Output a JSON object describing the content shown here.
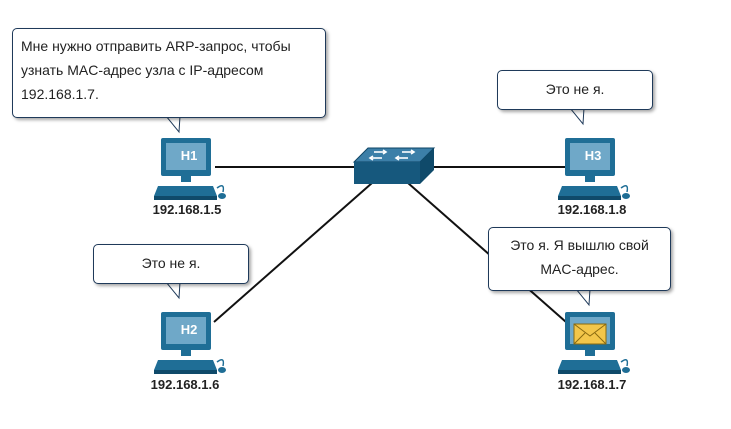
{
  "colors": {
    "host_body": "#1f6e96",
    "host_screen": "#6fa8c8",
    "switch_top": "#3c7fa8",
    "switch_front": "#16587d",
    "link": "#111111",
    "envelope": "#f3c64a"
  },
  "hosts": {
    "h1": {
      "name": "H1",
      "ip": "192.168.1.5"
    },
    "h2": {
      "name": "H2",
      "ip": "192.168.1.6"
    },
    "h3": {
      "name": "H3",
      "ip": "192.168.1.8"
    },
    "h4": {
      "ip": "192.168.1.7",
      "icon": "envelope-icon"
    }
  },
  "bubbles": {
    "h1": "Мне нужно отправить ARP-запрос, чтобы узнать MAC-адрес узла с IP-адресом 192.168.1.7.",
    "h2": "Это не я.",
    "h3": "Это не я.",
    "h4": "Это я. Я вышлю свой MAC-адрес."
  },
  "switch": {
    "icon": "switch-icon"
  }
}
